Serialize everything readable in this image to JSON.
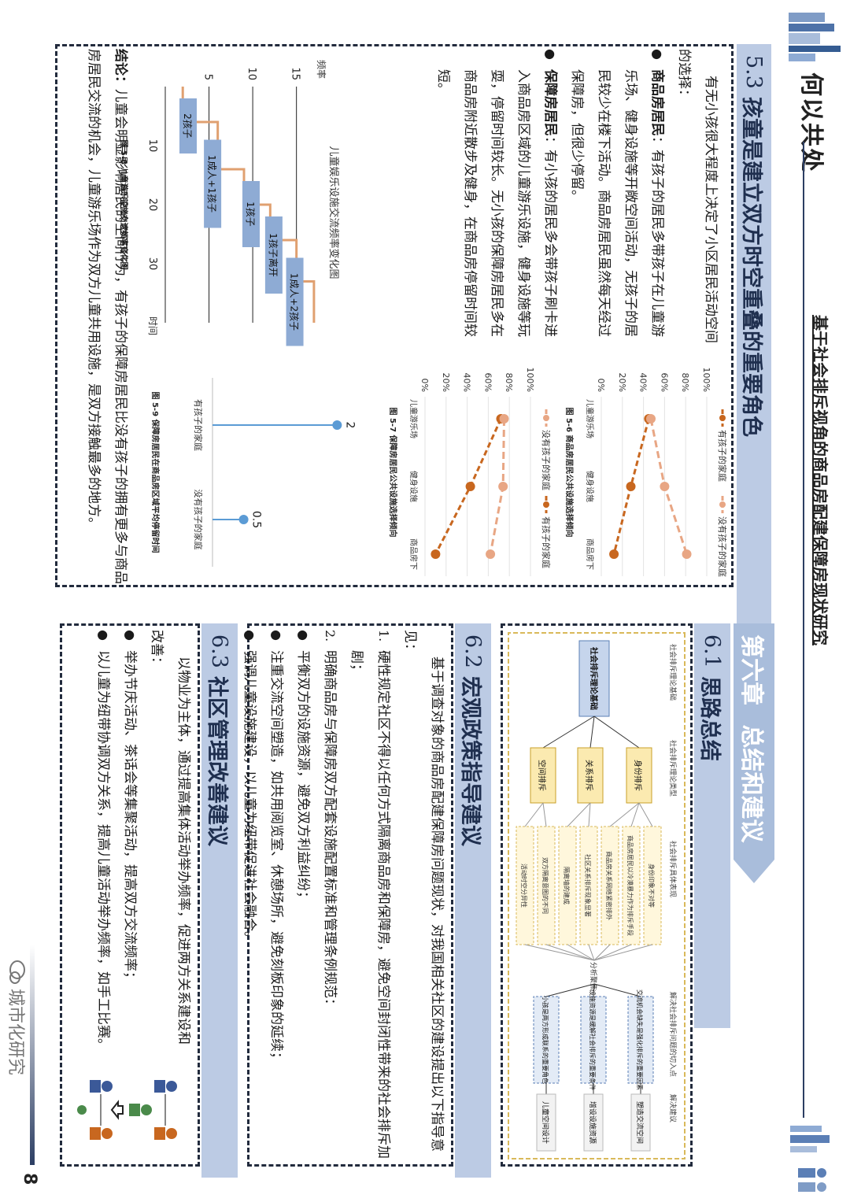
{
  "header": {
    "logo_text": "何以共处",
    "doc_title": "基于社会排斥视角的商品房配建保障房现状研究",
    "page_number": "8",
    "watermark": "城市化研究"
  },
  "sec53": {
    "num": "5.3",
    "title": "孩童是建立双方时空重叠的重要角色",
    "intro": "有无小孩很大程度上决定了小区居民活动空间的选择：",
    "b1_key": "商品房居民",
    "b1_text": "：有孩子的居民多带孩子在儿童游乐场、健身设施等开敞空间活动，无孩子的居民较少在楼下活动。商品房居民虽然每天经过保障房，但很少停留。",
    "b2_key": "保障房居民",
    "b2_text": "：有小孩的居民多会带孩子刷卡进入商品房区域的儿童游乐设施，健身设施等玩耍，停留时间较长。无小孩的保障房居民多在商品房附近散步及健身，在商品房停留时间较短。",
    "conclusion_key": "结论：",
    "conclusion_text": "儿童会明显影响居民的空间行为，有孩子的保障房居民比没有孩子的拥有更多与商品房居民交流的机会，儿童游乐场作为双方儿童共用设施，是双方接触最多的地方。"
  },
  "chart58": {
    "caption": "图 5-8 儿童游乐设施交流频率变化图",
    "title": "儿童娱乐设施交流频率变化图",
    "ylabel": "频率",
    "xlabel": "时间",
    "yticks": [
      "5",
      "10",
      "15"
    ],
    "xticks": [
      "10",
      "20",
      "30"
    ],
    "boxes": [
      "2孩子",
      "1成人+1孩子",
      "1孩子",
      "1孩子离开",
      "1成人+2孩子"
    ]
  },
  "chart56": {
    "caption": "图 5-6 商品房居民公共设施选择倾向",
    "legend": [
      "有孩子的家庭",
      "没有孩子的家庭"
    ],
    "yticks": [
      "0%",
      "20%",
      "40%",
      "60%",
      "80%",
      "100%"
    ]
  },
  "chart57": {
    "caption": "图 5-7 保障房居民公共设施选择倾向",
    "legend": [
      "没有孩子的家庭",
      "有孩子的家庭"
    ],
    "yticks": [
      "0%",
      "20%",
      "40%",
      "60%",
      "80%",
      "100%"
    ]
  },
  "chart59": {
    "caption": "图 5-9 保障房居民在商品房区域平均停留时间"
  },
  "chart_data": [
    {
      "type": "line",
      "categories": [
        "儿童游乐场",
        "健身设施",
        "商品房下"
      ],
      "series": [
        {
          "name": "有孩子的家庭",
          "values": [
            0.45,
            0.28,
            0.12
          ],
          "color": "#c8671f"
        },
        {
          "name": "没有孩子的家庭",
          "values": [
            0.47,
            0.6,
            0.81
          ],
          "color": "#e8a684"
        }
      ],
      "ylim": [
        0,
        1
      ]
    },
    {
      "type": "line",
      "categories": [
        "儿童游乐场",
        "健身设施",
        "商品房下"
      ],
      "series": [
        {
          "name": "有孩子的家庭",
          "values": [
            0.72,
            0.43,
            0.1
          ],
          "color": "#c8671f"
        },
        {
          "name": "没有孩子的家庭",
          "values": [
            0.75,
            0.74,
            0.62
          ],
          "color": "#e8a684"
        }
      ],
      "ylim": [
        0,
        1
      ]
    },
    {
      "type": "bar",
      "categories": [
        "有孩子的家庭",
        "没有孩子的家庭"
      ],
      "values": [
        2,
        0.5
      ],
      "color": "#5b9bd5"
    }
  ],
  "ch6": {
    "chapter": "第六章",
    "chapter_title": "总结和建议",
    "s61_num": "6.1",
    "s61_title": "思路总结",
    "s62_num": "6.2",
    "s62_title": "宏观政策指导建议",
    "s62_intro": "基于调查对象的商品房配建保障房问题现状，对我国相关社区的建设提出以下指导意见：",
    "s62_item1_num": "1.",
    "s62_item1": "硬性规定社区不得以任何方式隔离商品房和保障房，避免空间封闭性带来的社会排斥加剧；",
    "s62_item2_num": "2.",
    "s62_item2": "明确商品房与保障房双方配套设施配置标准和管理条例规范：",
    "s62_b1": "平衡双方的设施资源，避免双方利益纠纷；",
    "s62_b2": "注重交流空间塑造，如共用阅览室、休憩场所，避免刻板印象的延续；",
    "s62_b3": "强调儿童设施建设，以儿童为纽带促进社会融合。",
    "s63_num": "6.3",
    "s63_title": "社区管理改善建议",
    "s63_intro": "以物业为主体，通过提高集体活动举办频率，促进两方关系建设和改善：",
    "s63_b1": "举办节庆活动、茶话会等集聚活动，提高双方交流频率；",
    "s63_b2": "以儿童为纽带协调双方关系，提高儿童活动举办频率，如手工比赛。"
  },
  "diagram": {
    "col_headers": [
      "社会排斥理论基础",
      "社会排斥理论类型",
      "社会排斥具体表现",
      "解决社会排斥问题的切入点",
      "解决建议"
    ],
    "root": "社会排斥理论基础",
    "types": [
      "身份排斥",
      "关系排斥",
      "空间排斥"
    ],
    "manifest": [
      "身份印象不对等",
      "商品房居民以冷漠暴力作为排斥手段",
      "商品房关系网络紧密排外",
      "社区关系排斥现象显著",
      "隔离墙的建成",
      "双方隔离意图的不同",
      "活动时空分异性"
    ],
    "analysis": "分析聚焦",
    "points": [
      "交流机会缺失是强化排斥的重要因素",
      "设施资源是缓解社会排斥的重要条件",
      "小孩是两方形成联系的重要角色"
    ],
    "suggestions": [
      "塑造交流空间",
      "增设设施资源",
      "儿童空间设计"
    ]
  }
}
